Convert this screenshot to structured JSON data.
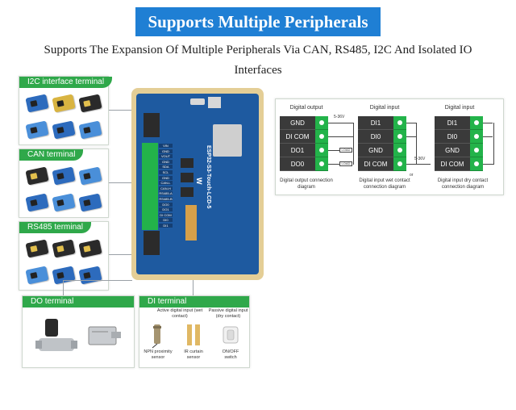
{
  "header": {
    "title": "Supports Multiple Peripherals",
    "subtitle": "Supports The Expansion Of Multiple Peripherals Via CAN, RS485, I2C And Isolated IO Interfaces"
  },
  "panels": {
    "i2c": "I2C interface terminal",
    "can": "CAN terminal",
    "rs485": "RS485 terminal",
    "do": "DO terminal",
    "di": "DI terminal"
  },
  "board": {
    "model": "ESP32-S3-Touch-LCD-5",
    "terminal_labels": [
      "VIN",
      "GND",
      "VOUT",
      "GND",
      "SDA",
      "SCL",
      "GND",
      "CAN-L",
      "CAN-H",
      "RS485-A",
      "RS485-B",
      "DO0",
      "DO1",
      "DI COM",
      "DI0",
      "DI1"
    ]
  },
  "diagrams": {
    "digital_output": {
      "title": "Digital output",
      "rows": [
        "GND",
        "DI COM",
        "DO1",
        "DO0"
      ],
      "caption": "Digital output connection diagram",
      "voltage": "5-36V",
      "load": "LOAD"
    },
    "wet": {
      "title": "Digital input",
      "rows": [
        "DI1",
        "DI0",
        "GND",
        "DI COM"
      ],
      "caption": "Digital input wet contact connection diagram",
      "voltage": "5-36V",
      "or": "or"
    },
    "dry": {
      "title": "Digital input",
      "rows": [
        "DI1",
        "DI0",
        "GND",
        "DI COM"
      ],
      "caption": "Digital input dry contact connection diagram"
    }
  },
  "di_panel": {
    "active": "Active digital input (wet contact)",
    "passive": "Passive digital input (dry contact)",
    "npn": "NPN proximity sensor",
    "ir": "IR curtain sensor",
    "switch": "ON/OFF switch"
  },
  "colors": {
    "accent_blue": "#1f7fd4",
    "terminal_green": "#2fa84a",
    "board_blue": "#1e5aa0"
  }
}
